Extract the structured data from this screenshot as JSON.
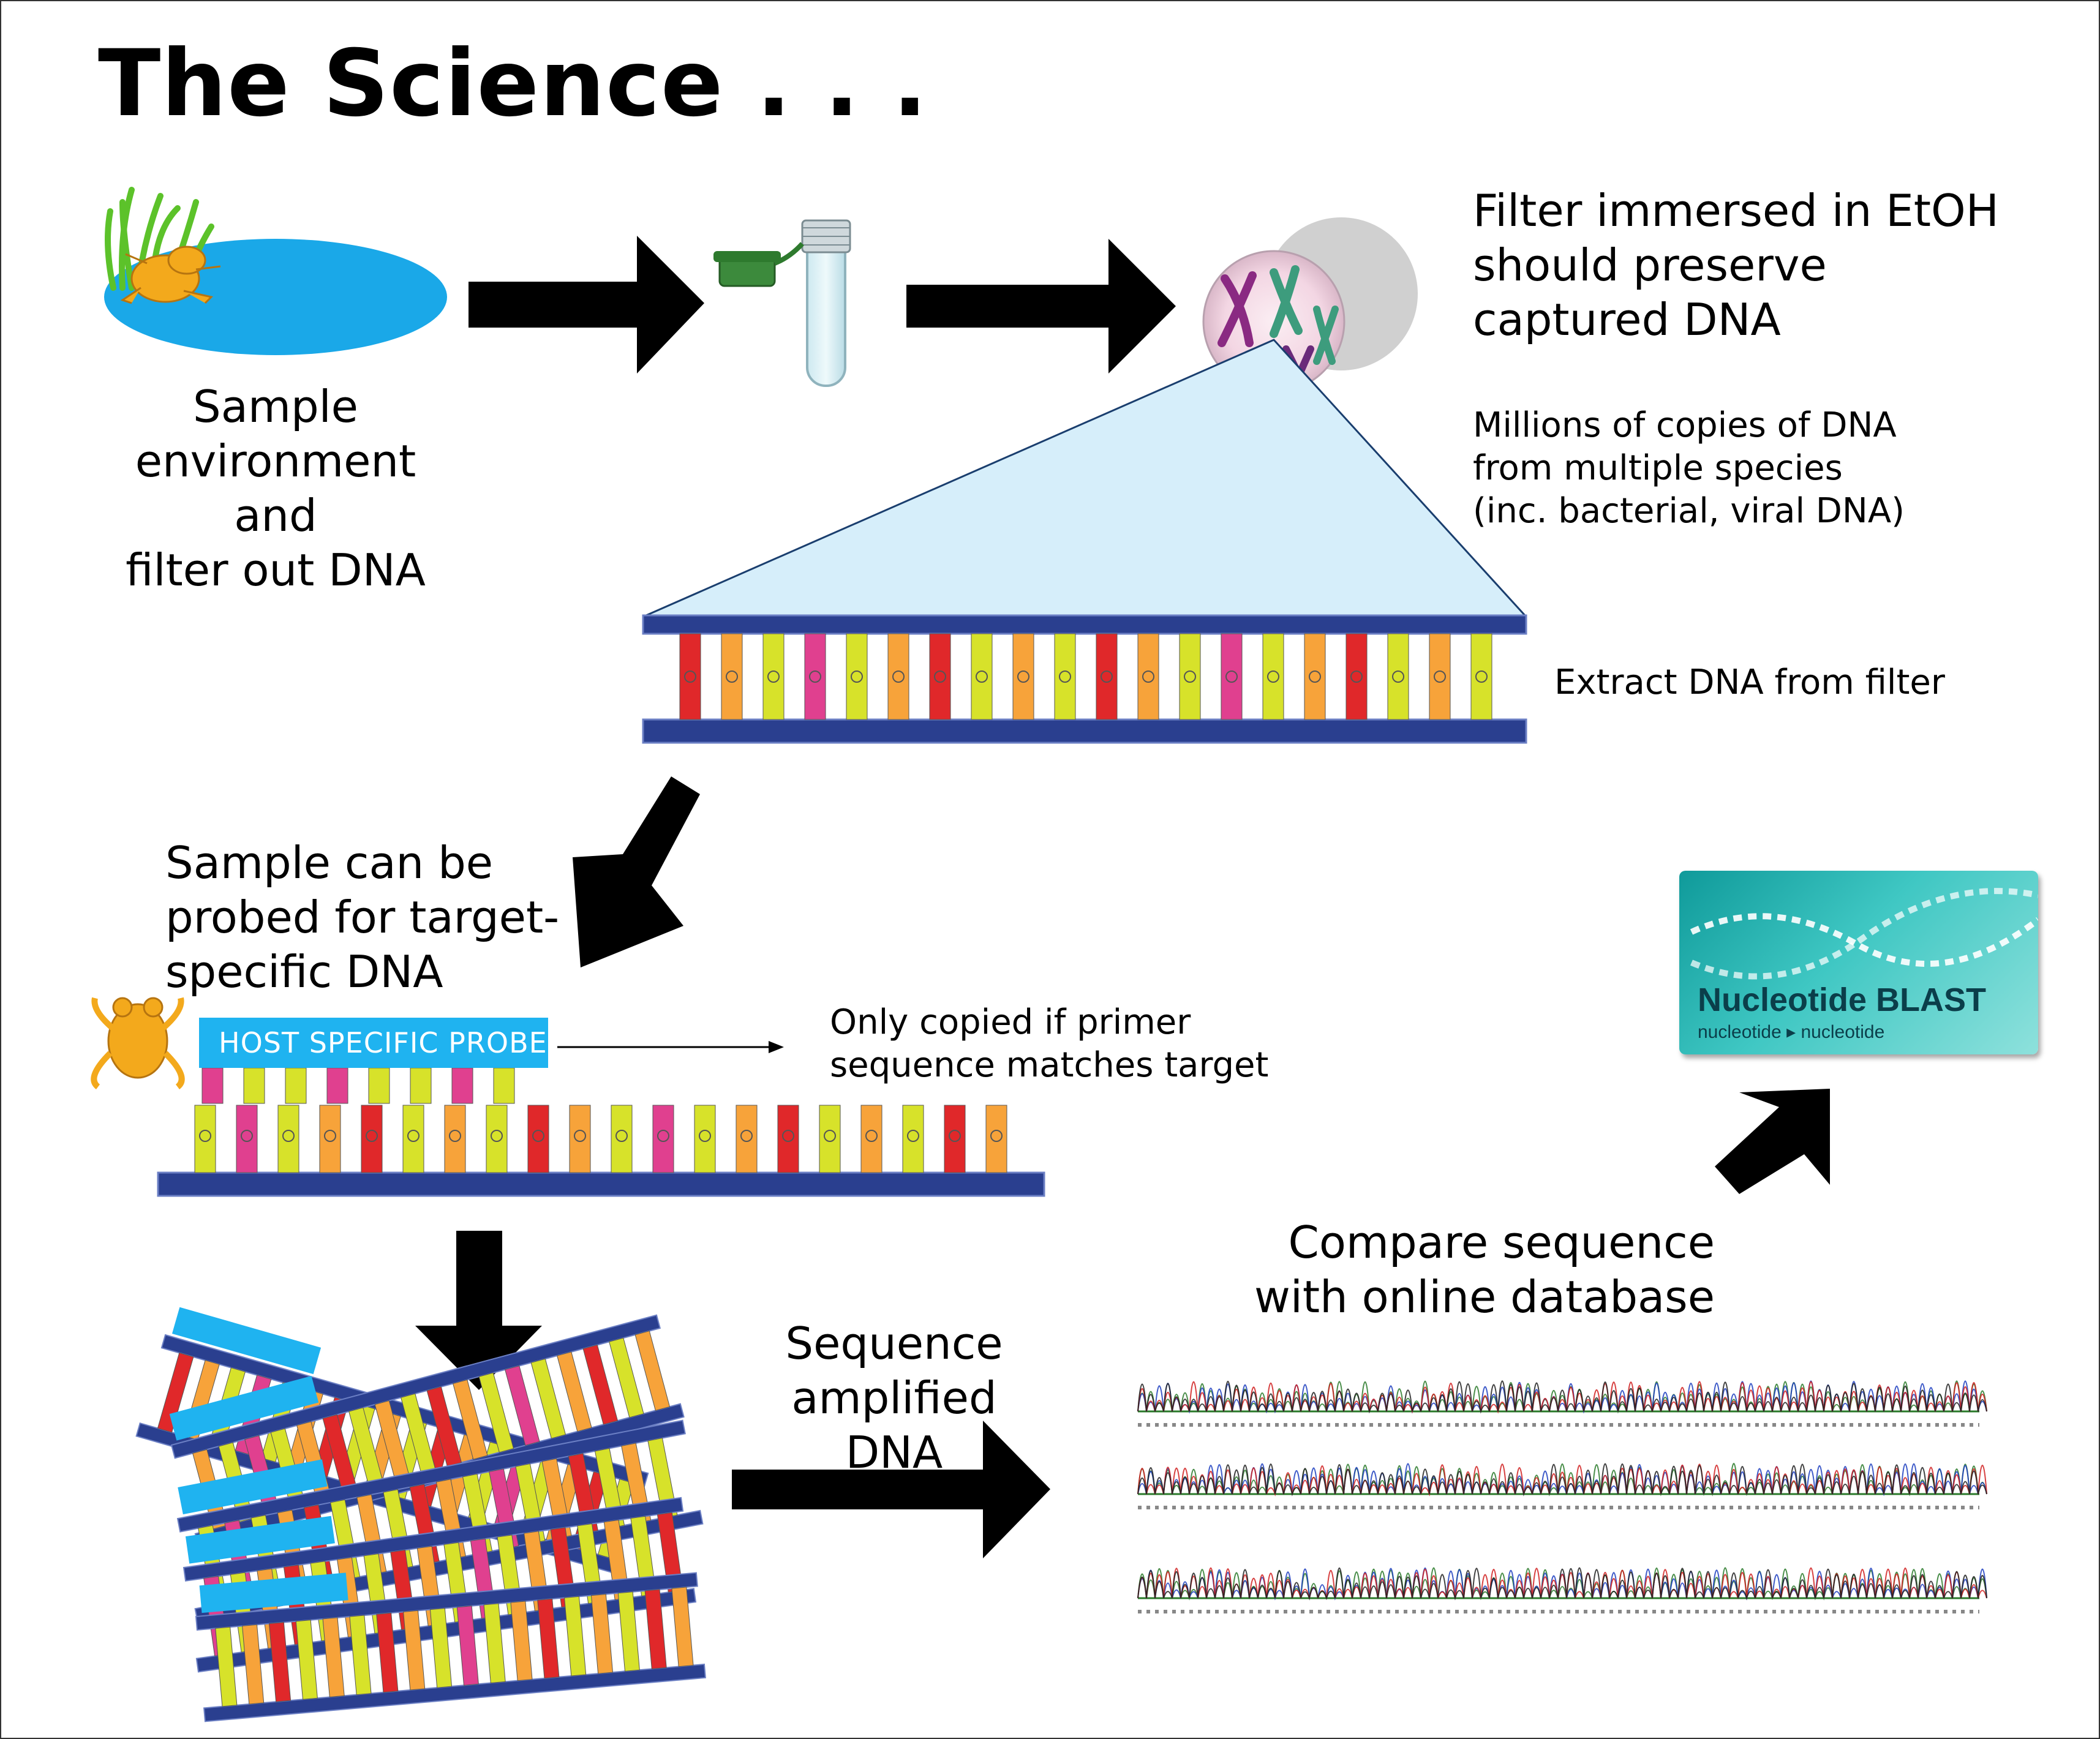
{
  "title": "The Science . . .",
  "captions": {
    "sample_env": [
      "Sample",
      "environment and",
      "filter out DNA"
    ],
    "filter_etoh": [
      "Filter immersed in EtOH",
      "should preserve",
      "captured DNA"
    ],
    "millions": [
      "Millions of copies of DNA",
      "from multiple species",
      "(inc. bacterial, viral DNA)"
    ],
    "extract": "Extract DNA from filter",
    "probed": [
      "Sample can be",
      "probed for target-",
      "specific DNA"
    ],
    "only_copied": [
      "Only copied if primer",
      "sequence matches target"
    ],
    "sequence_amplified": [
      "Sequence amplified",
      "DNA"
    ],
    "compare": [
      "Compare sequence",
      "with online database"
    ]
  },
  "probe_label": "HOST SPECIFIC PROBE",
  "blast": {
    "title": "Nucleotide BLAST",
    "subtitle": "nucleotide ▸ nucleotide"
  },
  "colors": {
    "backbone": "#2a3f8f",
    "red": "#e0282a",
    "orange": "#f7a33a",
    "yellow": "#d7e22a",
    "pink": "#e0408f",
    "pond": "#1aa8e8",
    "probe": "#1fb3f0",
    "arrow": "#000000"
  }
}
